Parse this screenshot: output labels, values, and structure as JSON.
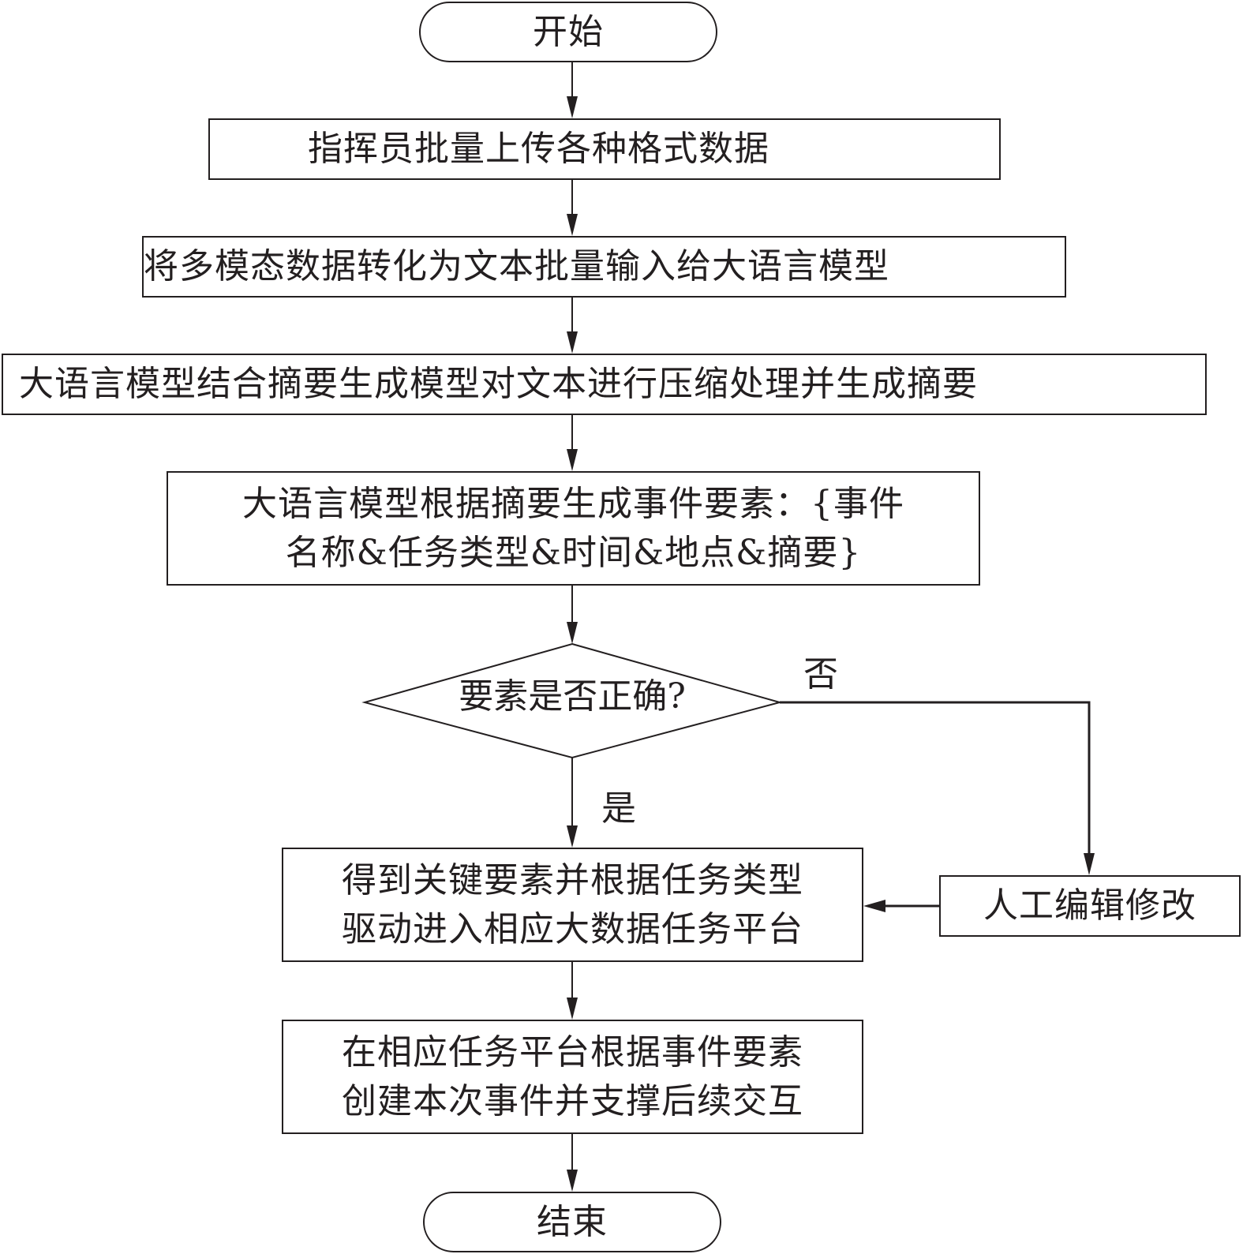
{
  "diagram": {
    "type": "flowchart",
    "colors": {
      "stroke": "#231f20",
      "background": "#ffffff"
    },
    "nodes": {
      "start": {
        "shape": "terminator",
        "label": "开始"
      },
      "upload": {
        "shape": "process",
        "label": "指挥员批量上传各种格式数据"
      },
      "convert": {
        "shape": "process",
        "label": "将多模态数据转化为文本批量输入给大语言模型"
      },
      "summary": {
        "shape": "process",
        "label": "大语言模型结合摘要生成模型对文本进行压缩处理并生成摘要"
      },
      "elements": {
        "shape": "process",
        "label": "大语言模型根据摘要生成事件要素：{事件\n名称&任务类型&时间&地点&摘要}"
      },
      "decision": {
        "shape": "decision",
        "label": "要素是否正确?"
      },
      "key": {
        "shape": "process",
        "label": "得到关键要素并根据任务类型\n驱动进入相应大数据任务平台"
      },
      "manual": {
        "shape": "process",
        "label": "人工编辑修改"
      },
      "create": {
        "shape": "process",
        "label": "在相应任务平台根据事件要素\n创建本次事件并支撑后续交互"
      },
      "end": {
        "shape": "terminator",
        "label": "结束"
      }
    },
    "edges": [
      {
        "from": "start",
        "to": "upload",
        "label": ""
      },
      {
        "from": "upload",
        "to": "convert",
        "label": ""
      },
      {
        "from": "convert",
        "to": "summary",
        "label": ""
      },
      {
        "from": "summary",
        "to": "elements",
        "label": ""
      },
      {
        "from": "elements",
        "to": "decision",
        "label": ""
      },
      {
        "from": "decision",
        "to": "key",
        "label": "是"
      },
      {
        "from": "decision",
        "to": "manual",
        "label": "否"
      },
      {
        "from": "manual",
        "to": "key",
        "label": ""
      },
      {
        "from": "key",
        "to": "create",
        "label": ""
      },
      {
        "from": "create",
        "to": "end",
        "label": ""
      }
    ],
    "edge_labels": {
      "yes": "是",
      "no": "否"
    }
  }
}
